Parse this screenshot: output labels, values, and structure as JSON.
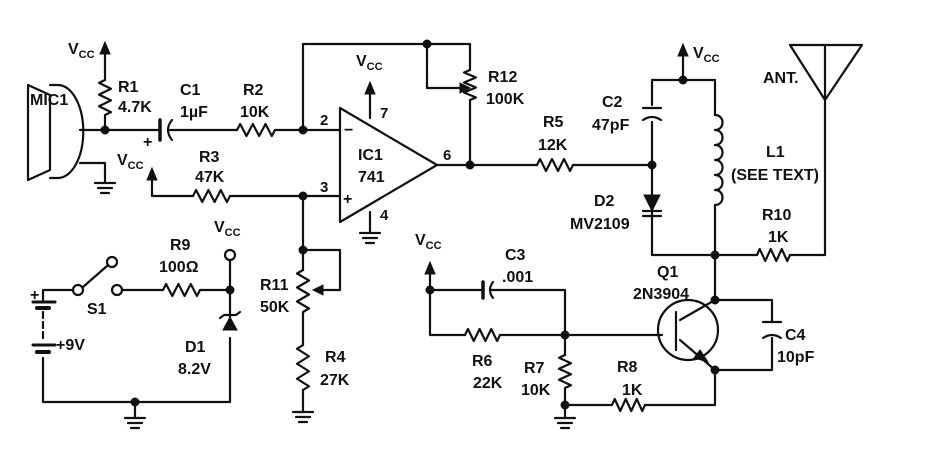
{
  "supply": {
    "vcc": "V",
    "vcc_sub": "CC"
  },
  "components": {
    "mic1": "MIC1",
    "r1": {
      "ref": "R1",
      "value": "4.7K"
    },
    "c1": {
      "ref": "C1",
      "value": "1µF",
      "polarity": "+"
    },
    "r2": {
      "ref": "R2",
      "value": "10K"
    },
    "r3": {
      "ref": "R3",
      "value": "47K"
    },
    "ic1": {
      "ref": "IC1",
      "value": "741",
      "pin_inv": "2",
      "pin_noninv": "3",
      "pin_vcc": "7",
      "pin_gnd": "4",
      "pin_out": "6",
      "minus": "−",
      "plus": "+"
    },
    "r12": {
      "ref": "R12",
      "value": "100K"
    },
    "r5": {
      "ref": "R5",
      "value": "12K"
    },
    "c2": {
      "ref": "C2",
      "value": "47pF"
    },
    "d2": {
      "ref": "D2",
      "value": "MV2109"
    },
    "l1": {
      "ref": "L1",
      "value": "(SEE TEXT)"
    },
    "ant": "ANT.",
    "r10": {
      "ref": "R10",
      "value": "1K"
    },
    "q1": {
      "ref": "Q1",
      "value": "2N3904"
    },
    "c3": {
      "ref": "C3",
      "value": ".001"
    },
    "c4": {
      "ref": "C4",
      "value": "10pF"
    },
    "r6": {
      "ref": "R6",
      "value": "22K"
    },
    "r7": {
      "ref": "R7",
      "value": "10K"
    },
    "r8": {
      "ref": "R8",
      "value": "1K"
    },
    "r9": {
      "ref": "R9",
      "value": "100Ω"
    },
    "s1": "S1",
    "battery": {
      "value": "+9V",
      "polarity": "+"
    },
    "d1": {
      "ref": "D1",
      "value": "8.2V"
    },
    "r11": {
      "ref": "R11",
      "value": "50K"
    },
    "r4": {
      "ref": "R4",
      "value": "27K"
    }
  }
}
